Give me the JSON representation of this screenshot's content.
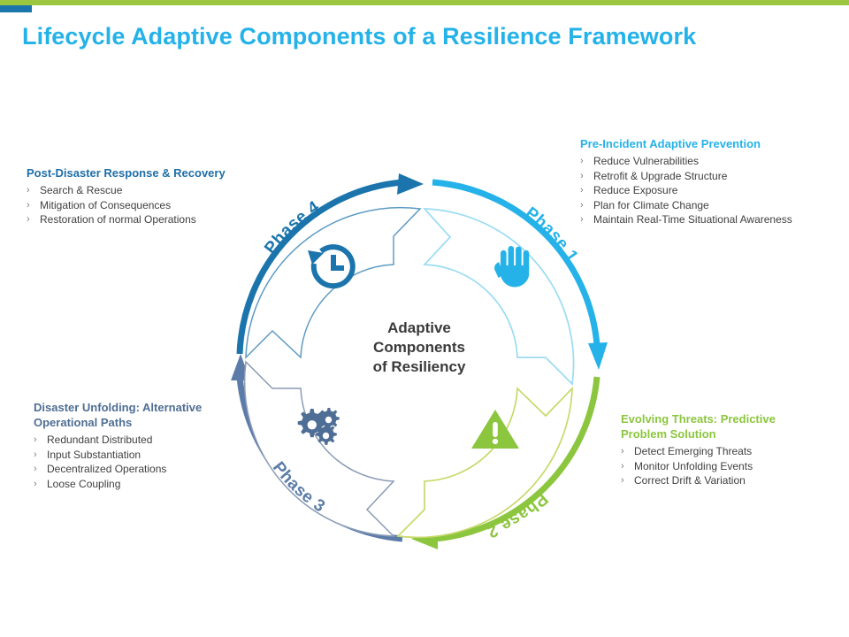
{
  "slide": {
    "title": "Lifecycle Adaptive Components of a Resilience Framework",
    "accent_green": "#9CC540",
    "accent_blue": "#1B75AC",
    "title_color": "#24B2E8"
  },
  "center": {
    "line1": "Adaptive",
    "line2": "Components",
    "line3": "of Resiliency"
  },
  "phases": [
    {
      "id": "phase-1",
      "label": "Phase 1",
      "color": "#24B2E8",
      "icon": "hand-icon",
      "heading": "Pre-Incident Adaptive Prevention",
      "bullets": [
        "Reduce Vulnerabilities",
        "Retrofit & Upgrade Structure",
        "Reduce Exposure",
        "Plan for Climate Change",
        "Maintain Real-Time Situational Awareness"
      ]
    },
    {
      "id": "phase-2",
      "label": "Phase 2",
      "color": "#8CC63E",
      "icon": "warning-triangle-icon",
      "heading": "Evolving Threats: Predictive Problem Solution",
      "bullets": [
        "Detect Emerging Threats",
        "Monitor Unfolding Events",
        "Correct Drift & Variation"
      ]
    },
    {
      "id": "phase-3",
      "label": "Phase 3",
      "color": "#5B7CA8",
      "icon": "gears-icon",
      "heading": "Disaster Unfolding: Alternative Operational Paths",
      "bullets": [
        "Redundant Distributed",
        "Input Substantiation",
        "Decentralized Operations",
        "Loose Coupling"
      ]
    },
    {
      "id": "phase-4",
      "label": "Phase 4",
      "color": "#1B75AC",
      "icon": "restore-clock-icon",
      "heading": "Post-Disaster Response & Recovery",
      "bullets": [
        "Search & Rescue",
        "Mitigation of Consequences",
        "Restoration of normal Operations"
      ]
    }
  ],
  "bullet_marker": "›"
}
